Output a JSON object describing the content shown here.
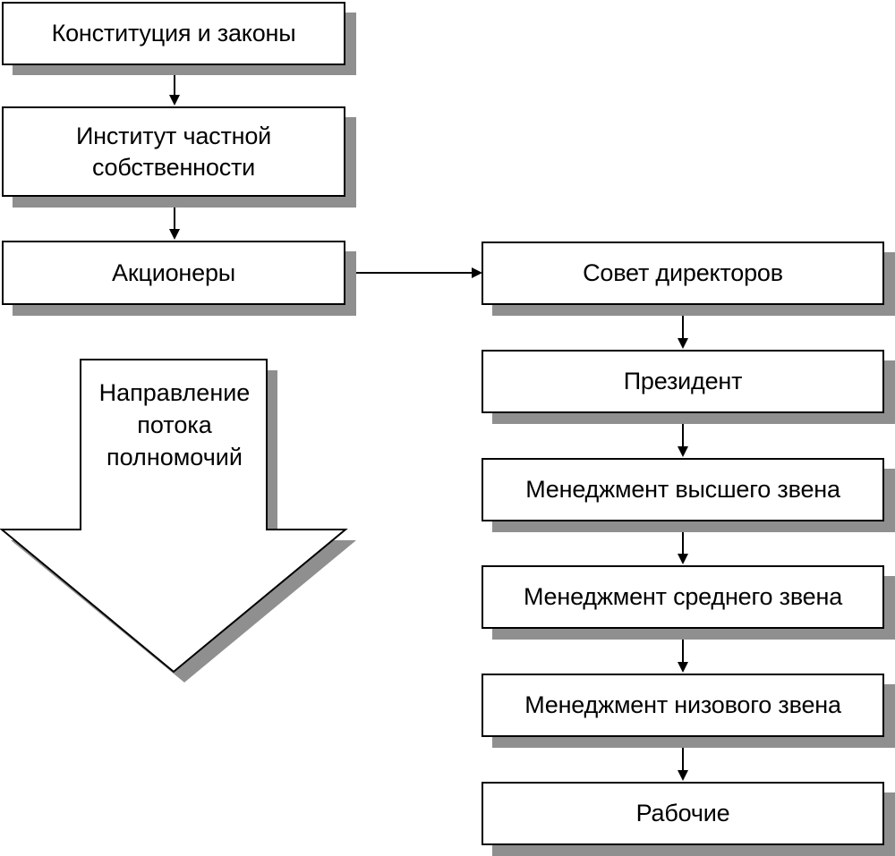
{
  "diagram": {
    "nodes": {
      "constitution": {
        "label": "Конституция и законы"
      },
      "private_property": {
        "label_line1": "Институт частной",
        "label_line2": "собственности"
      },
      "shareholders": {
        "label": "Акционеры"
      },
      "board": {
        "label": "Совет директоров"
      },
      "president": {
        "label": "Президент"
      },
      "top_management": {
        "label": "Менеджмент высшего звена"
      },
      "middle_management": {
        "label": "Менеджмент среднего звена"
      },
      "lower_management": {
        "label": "Менеджмент низового звена"
      },
      "workers": {
        "label": "Рабочие"
      }
    },
    "authority_flow": {
      "line1": "Направление",
      "line2": "потока",
      "line3": "полномочий"
    }
  },
  "colors": {
    "border": "#000000",
    "shadow": "#8f8f8f",
    "fill": "#ffffff"
  }
}
